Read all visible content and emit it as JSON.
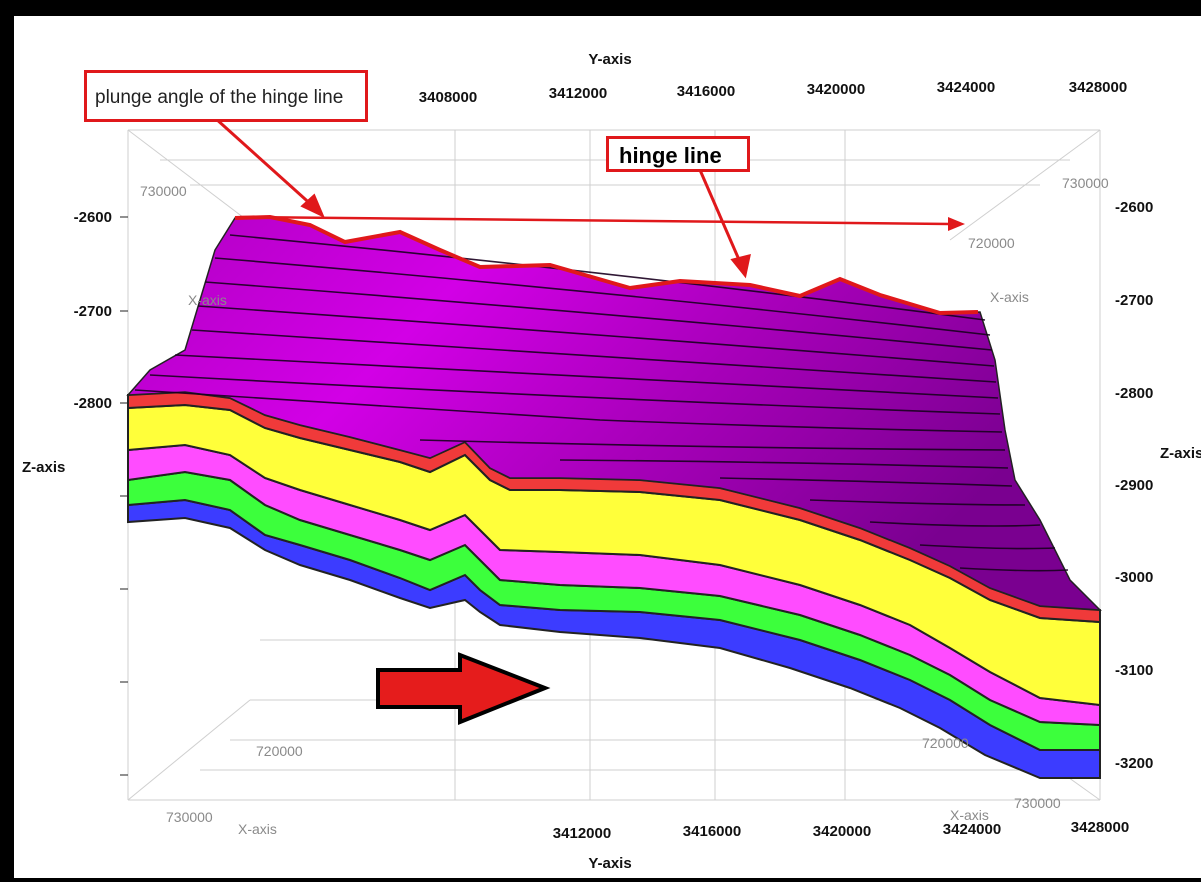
{
  "axes": {
    "top_title": "Y-axis",
    "bottom_title": "Y-axis",
    "z_title": "Z-axis",
    "z_title_right": "Z-axis",
    "x_axis_labels": [
      "X-axis",
      "X-axis",
      "X-axis",
      "X-axis"
    ],
    "y_ticks_top": [
      "3408000",
      "3412000",
      "3416000",
      "3420000",
      "3424000",
      "3428000"
    ],
    "y_ticks_bottom": [
      "3412000",
      "3416000",
      "3420000",
      "3424000",
      "3428000"
    ],
    "z_ticks_left": [
      "-2600",
      "-2700",
      "-2800"
    ],
    "z_ticks_right": [
      "-2600",
      "-2700",
      "-2800",
      "-2900",
      "-3000",
      "-3100",
      "-3200"
    ],
    "x_ticks": [
      "730000",
      "720000",
      "730000",
      "720000",
      "720000",
      "730000",
      "730000"
    ]
  },
  "annotations": {
    "plunge_label": "plunge angle of the hinge line",
    "hinge_label": "hinge line"
  },
  "layers": [
    {
      "name": "top-surface",
      "color": "#b000c0"
    },
    {
      "name": "red-layer",
      "color": "#f03a3a"
    },
    {
      "name": "yellow-layer",
      "color": "#ffff3a"
    },
    {
      "name": "magenta-layer",
      "color": "#ff4cff"
    },
    {
      "name": "green-layer",
      "color": "#3cff3c"
    },
    {
      "name": "blue-layer",
      "color": "#3c3cff"
    }
  ],
  "colors": {
    "annotation": "#e0181b",
    "arrow": "#e0181b"
  }
}
